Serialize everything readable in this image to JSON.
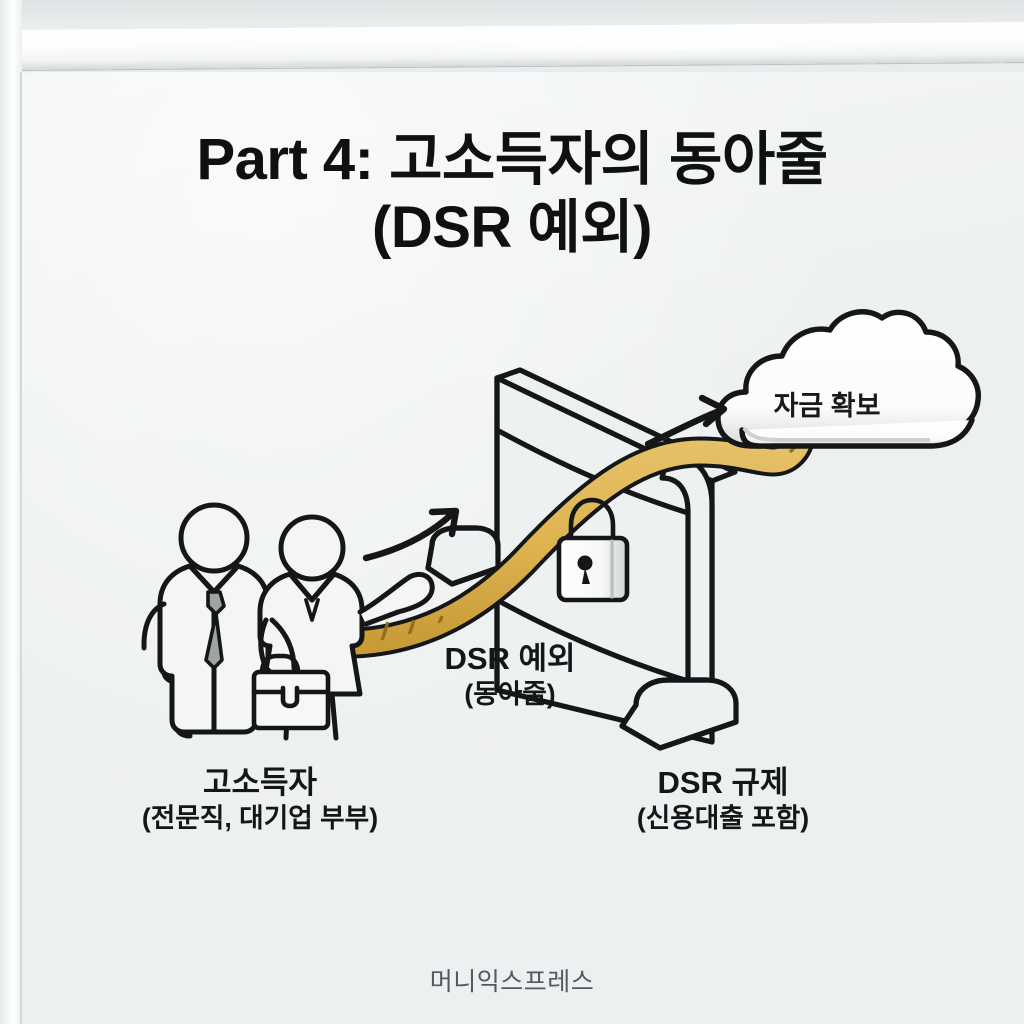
{
  "scene": {
    "medium": "whiteboard",
    "board_color": "#edf0f1",
    "ink_color": "#141618",
    "rope_color": "#dfb552",
    "rope_shade": "#c79a37"
  },
  "title": {
    "line1": "Part 4: 고소득자의 동아줄",
    "line2": "(DSR 예외)"
  },
  "diagram": {
    "cloud": {
      "label": "자금 확보"
    },
    "rope_label": {
      "line1": "DSR 예외",
      "line2": "(동아줄)"
    },
    "people_label": {
      "line1": "고소득자",
      "line2": "(전문직, 대기업 부부)"
    },
    "wall_label": {
      "line1": "DSR 규제",
      "line2": "(신용대출 포함)"
    },
    "icons": {
      "padlock": "padlock-icon",
      "briefcase": "briefcase-icon",
      "necktie": "necktie-icon",
      "arrow_left": "curved-arrow-up-right-icon",
      "arrow_right": "curved-arrow-right-icon"
    }
  },
  "footer": {
    "watermark": "머니익스프레스"
  }
}
